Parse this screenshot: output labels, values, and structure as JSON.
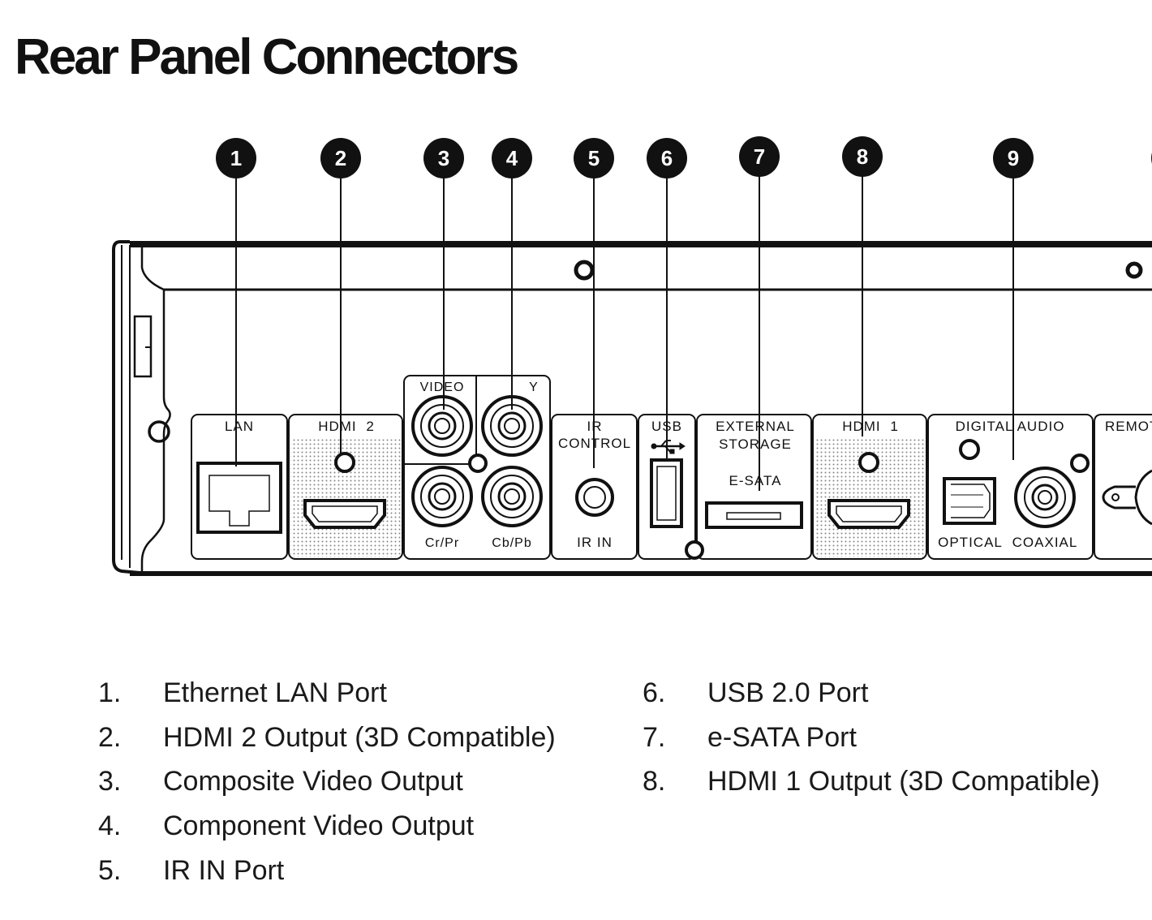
{
  "title": "Rear Panel Connectors",
  "callouts": [
    "1",
    "2",
    "3",
    "4",
    "5",
    "6",
    "7",
    "8",
    "9"
  ],
  "panel_labels": {
    "lan": "LAN",
    "hdmi2": "HDMI 2",
    "video": "VIDEO",
    "y": "Y",
    "crpr": "Cr/Pr",
    "cbpb": "Cb/Pb",
    "ir": "IR",
    "control": "CONTROL",
    "irin": "IR IN",
    "usb": "USB",
    "external": "EXTERNAL",
    "storage": "STORAGE",
    "esata": "E-SATA",
    "hdmi1": "HDMI 1",
    "digital_audio": "DIGITAL AUDIO",
    "optical": "OPTICAL",
    "coaxial": "COAXIAL",
    "remote": "REMOT"
  },
  "legend_left": [
    {
      "num": "1.",
      "text": "Ethernet LAN Port"
    },
    {
      "num": "2.",
      "text": "HDMI 2 Output (3D Compatible)"
    },
    {
      "num": "3.",
      "text": "Composite Video Output"
    },
    {
      "num": "4.",
      "text": "Component Video Output"
    },
    {
      "num": "5.",
      "text": "IR IN Port"
    }
  ],
  "legend_right": [
    {
      "num": "6.",
      "text": "USB 2.0 Port"
    },
    {
      "num": "7.",
      "text": "e-SATA Port"
    },
    {
      "num": "8.",
      "text": "HDMI 1 Output (3D Compatible)"
    }
  ]
}
